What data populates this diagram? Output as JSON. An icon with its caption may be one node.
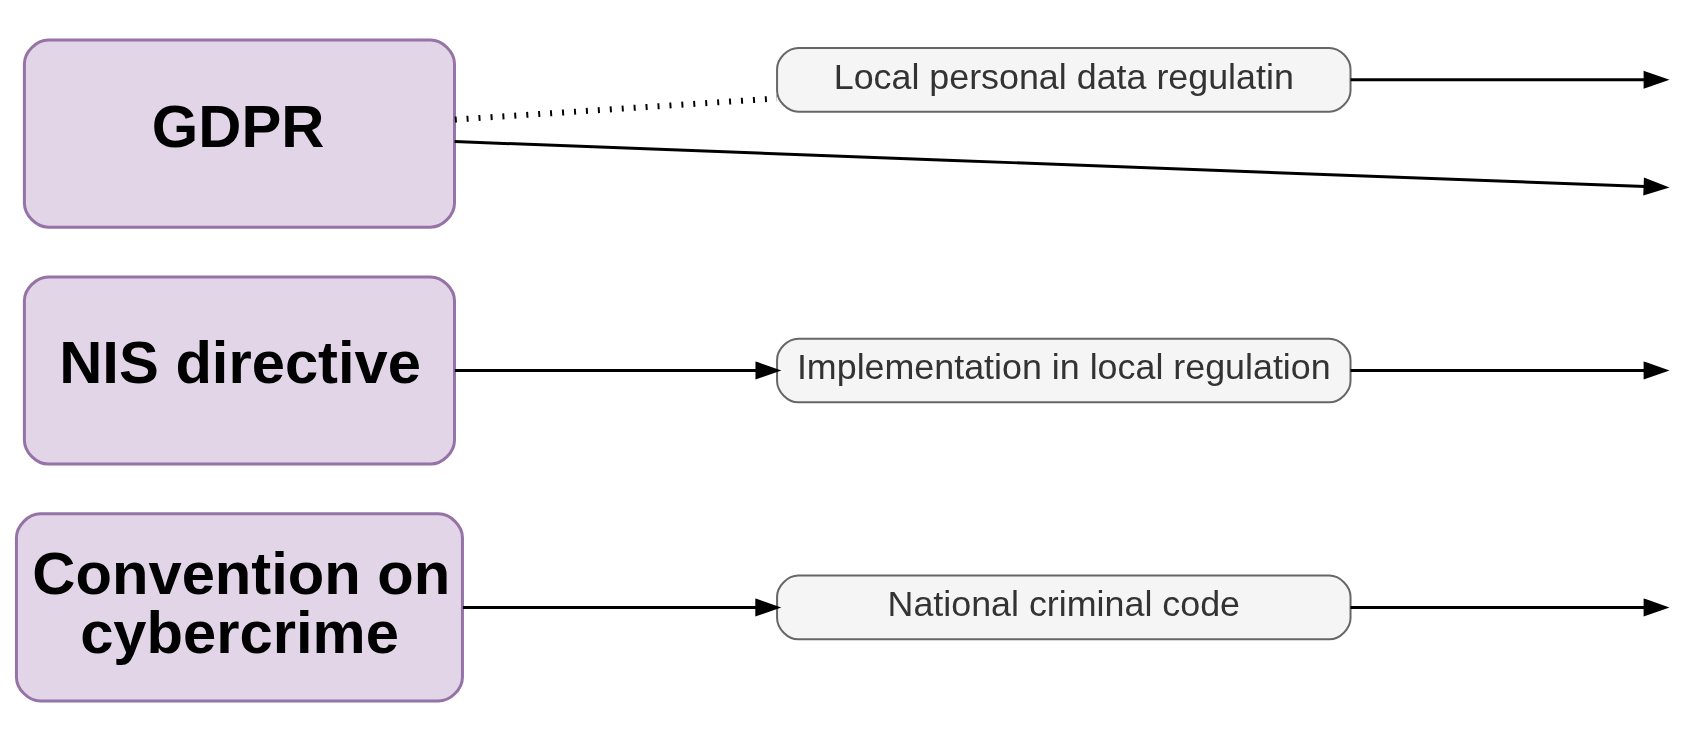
{
  "diagram": {
    "nodes": [
      {
        "text": [
          "GDPR"
        ]
      },
      {
        "text": [
          "Local personal data regulatin"
        ]
      },
      {
        "text": [
          "NIS directive"
        ]
      },
      {
        "text": [
          "Implementation in local regulation"
        ]
      },
      {
        "text": [
          "Convention on cybercrime"
        ]
      },
      {
        "text": [
          "National criminal code"
        ]
      }
    ],
    "edges": [
      {
        "from": 0,
        "to": null,
        "arrow": "to"
      },
      {
        "from": 0,
        "to": 1,
        "arrow": "none",
        "style": "dashed"
      },
      {
        "from": 1,
        "to": null,
        "arrow": "to"
      },
      {
        "from": 2,
        "to": 3,
        "arrow": "to"
      },
      {
        "from": 3,
        "to": null,
        "arrow": "to"
      },
      {
        "from": 4,
        "to": 5,
        "arrow": "to"
      },
      {
        "from": 5,
        "to": null,
        "arrow": "to"
      }
    ]
  }
}
